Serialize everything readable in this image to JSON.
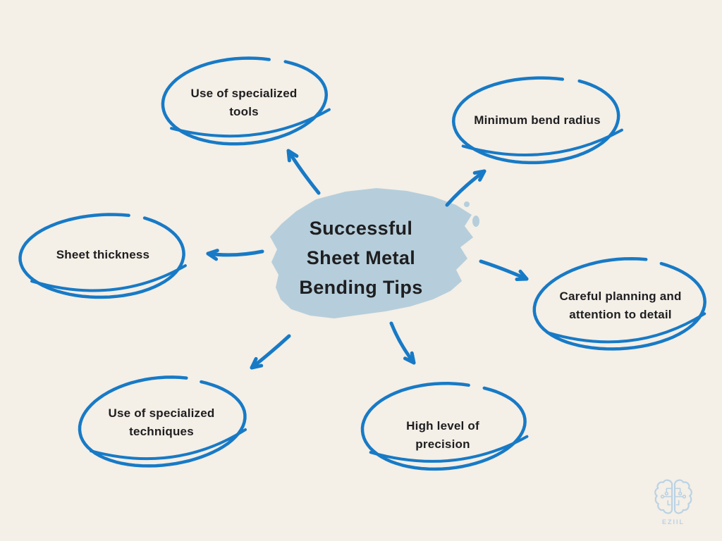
{
  "title": {
    "lines": [
      "Successful",
      "Sheet Metal",
      "Bending Tips"
    ]
  },
  "nodes": [
    {
      "id": "specialized-tools",
      "label_lines": [
        "Use of specialized",
        "tools"
      ]
    },
    {
      "id": "minimum-bend-radius",
      "label_lines": [
        "Minimum bend radius"
      ]
    },
    {
      "id": "sheet-thickness",
      "label_lines": [
        "Sheet thickness"
      ]
    },
    {
      "id": "careful-planning",
      "label_lines": [
        "Careful planning and",
        "attention to detail"
      ]
    },
    {
      "id": "specialized-techniques",
      "label_lines": [
        "Use of specialized",
        "techniques"
      ]
    },
    {
      "id": "high-precision",
      "label_lines": [
        "High level of",
        "precision"
      ]
    }
  ],
  "logo": {
    "text": "EZIIL",
    "icon": "brain-circuit-icon"
  },
  "colors": {
    "background": "#f4efe7",
    "accent_blue": "#177ac6",
    "brush_blue": "#b6cedb",
    "text_dark": "#1e1e20",
    "logo_blue": "#b9d2e4"
  }
}
